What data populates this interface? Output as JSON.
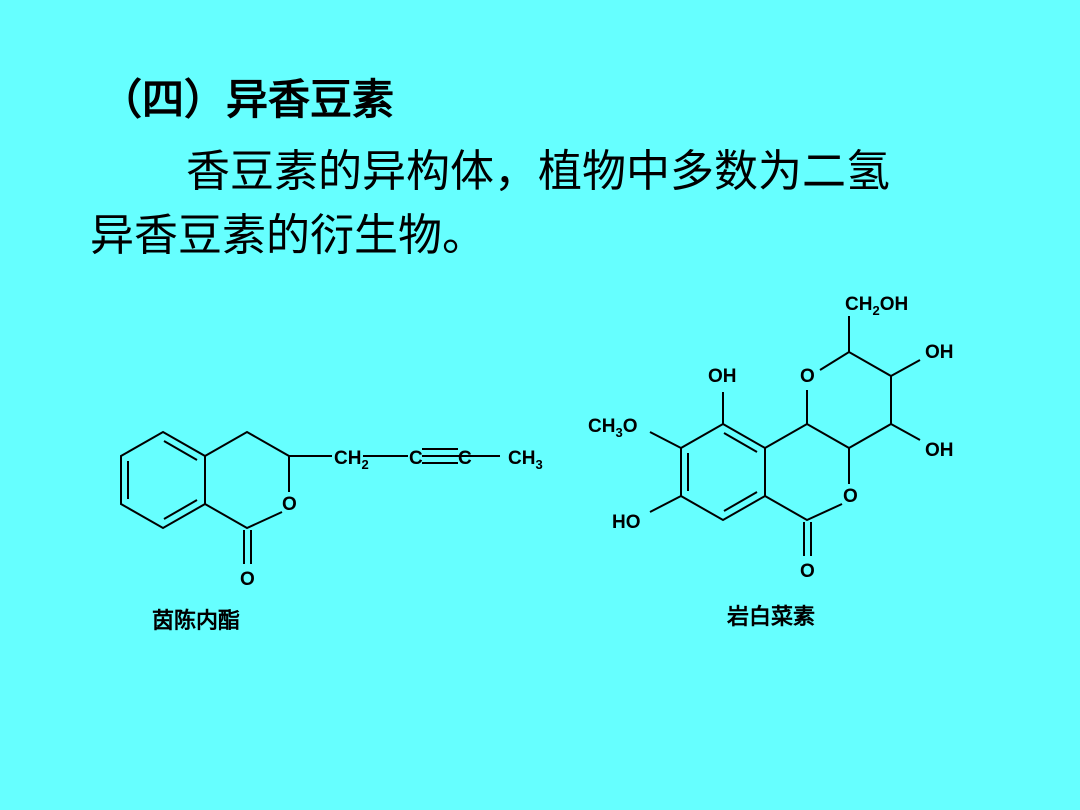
{
  "title": "（四）异香豆素",
  "paragraph": {
    "line1": "香豆素的异构体，植物中多数为二氢",
    "line2": "异香豆素的衍生物。"
  },
  "compound_left": {
    "name": "茵陈内酯",
    "ring_o": "O",
    "carbonyl_o": "O",
    "ch2": "CH",
    "ch2_sub": "2",
    "c1": "C",
    "c2": "C",
    "ch3": "CH",
    "ch3_sub": "3"
  },
  "compound_right": {
    "name": "岩白菜素",
    "ch2oh_a": "CH",
    "ch2oh_sub": "2",
    "ch2oh_b": "OH",
    "oh_top_right": "OH",
    "oh_right": "OH",
    "oh_aromatic": "OH",
    "pyran_o": "O",
    "lactone_o": "O",
    "carbonyl_o": "O",
    "ch3o_a": "CH",
    "ch3o_sub": "3",
    "ch3o_b": "O",
    "ho": "HO"
  }
}
